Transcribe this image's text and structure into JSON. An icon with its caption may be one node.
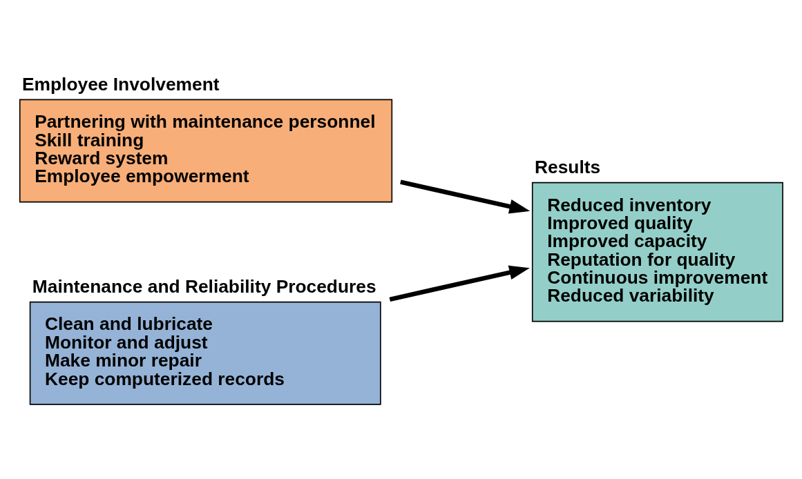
{
  "diagram": {
    "nodes": [
      {
        "text": [
          "Employee Involvement",
          "Partnering with maintenance personnel",
          "Skill training",
          "Reward system",
          "Employee empowerment"
        ]
      },
      {
        "text": [
          "Maintenance and Reliability Procedures",
          "Clean and lubricate",
          "Monitor and adjust",
          "Make minor repair",
          "Keep computerized records"
        ]
      },
      {
        "text": [
          "Results",
          "Reduced inventory",
          "Improved quality",
          "Improved capacity",
          "Reputation for quality",
          "Continuous improvement",
          "Reduced variability"
        ]
      }
    ],
    "edges": [
      {
        "from": 0,
        "to": 2,
        "arrow": "to"
      },
      {
        "from": 1,
        "to": 2,
        "arrow": "to"
      }
    ]
  }
}
